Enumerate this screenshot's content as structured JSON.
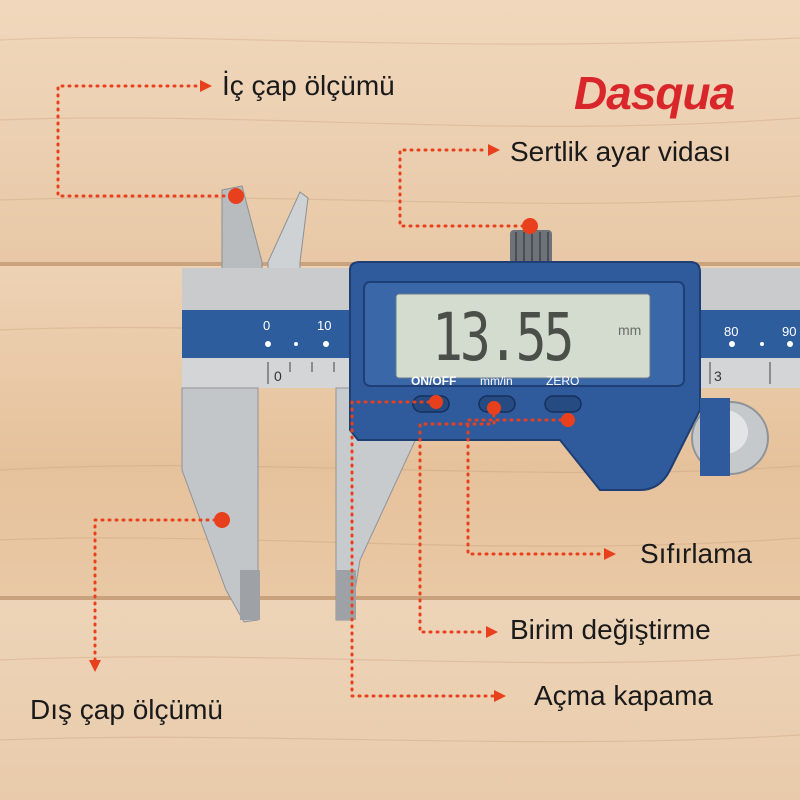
{
  "brand": {
    "name_first": "D",
    "name_rest": "asqua",
    "color": "#d9262b"
  },
  "callouts": {
    "inner_diameter": "İç çap ölçümü",
    "depth_screw": "Sertlik ayar vidası",
    "outer_diameter": "Dış çap ölçümü",
    "zero_reset": "Sıfırlama",
    "unit_switch": "Birim değiştirme",
    "power": "Açma kapama"
  },
  "display": {
    "reading": "13.55",
    "unit": "mm"
  },
  "buttons": {
    "power": "ON/OFF",
    "unit": "mm/in",
    "zero": "ZERO"
  },
  "scale": {
    "main": [
      "0",
      "10",
      "80",
      "90"
    ],
    "sub": [
      "0",
      "3"
    ]
  },
  "colors": {
    "callout": "#e8401c",
    "body_blue": "#2d5aa0",
    "wood": "#e9c9a6"
  }
}
